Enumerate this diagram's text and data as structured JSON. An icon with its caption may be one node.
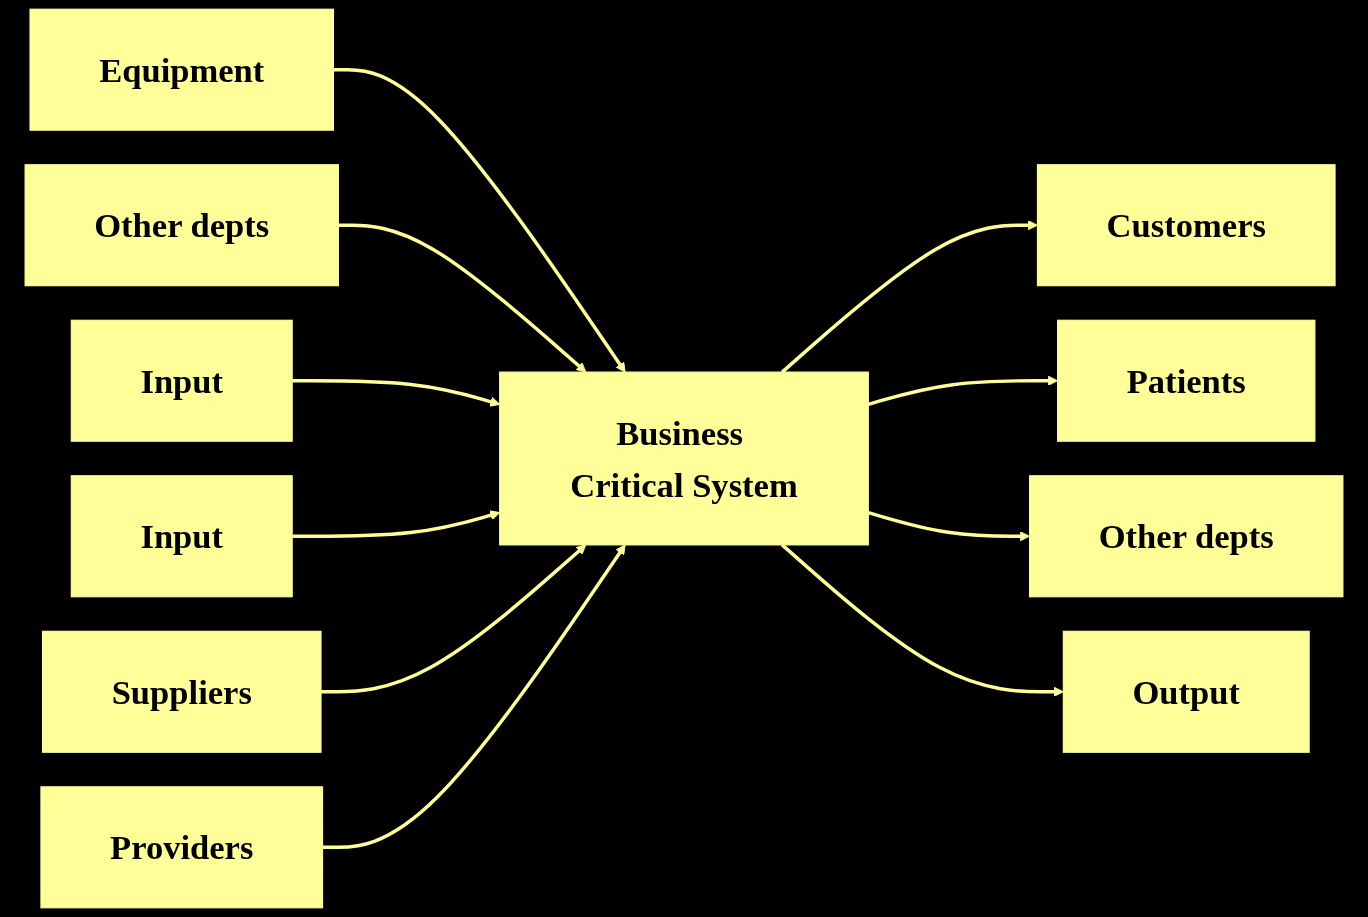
{
  "diagram": {
    "nodes": [
      {
        "text": [
          "Equipment"
        ]
      },
      {
        "text": [
          "Other depts"
        ]
      },
      {
        "text": [
          "Input"
        ]
      },
      {
        "text": [
          "Input"
        ]
      },
      {
        "text": [
          "Suppliers"
        ]
      },
      {
        "text": [
          "Business Critical System"
        ]
      },
      {
        "text": [
          "Providers"
        ]
      },
      {
        "text": [
          "Customers"
        ]
      },
      {
        "text": [
          "Patients"
        ]
      },
      {
        "text": [
          "Other depts"
        ]
      },
      {
        "text": [
          "Output"
        ]
      }
    ],
    "edges": [
      {
        "from": 0,
        "to": 5,
        "arrow": "to"
      },
      {
        "from": 1,
        "to": 5,
        "arrow": "to"
      },
      {
        "from": 2,
        "to": 5,
        "arrow": "to"
      },
      {
        "from": 3,
        "to": 5,
        "arrow": "to"
      },
      {
        "from": 4,
        "to": 5,
        "arrow": "to"
      },
      {
        "from": 6,
        "to": 5,
        "arrow": "to"
      },
      {
        "from": 5,
        "to": 7,
        "arrow": "to"
      },
      {
        "from": 5,
        "to": 8,
        "arrow": "to"
      },
      {
        "from": 5,
        "to": 9,
        "arrow": "to"
      },
      {
        "from": 5,
        "to": 10,
        "arrow": "to"
      }
    ]
  }
}
